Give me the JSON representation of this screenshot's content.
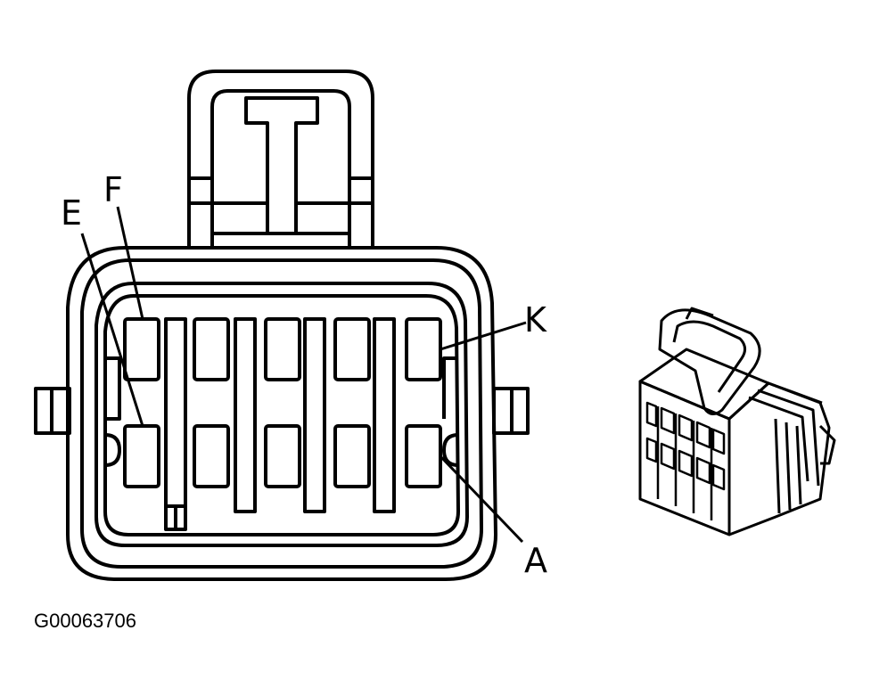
{
  "cavity_labels": {
    "e": "E",
    "f": "F",
    "k": "K",
    "a": "A"
  },
  "figure_id": "G00063706",
  "colors": {
    "line": "#000000",
    "background": "#ffffff"
  }
}
